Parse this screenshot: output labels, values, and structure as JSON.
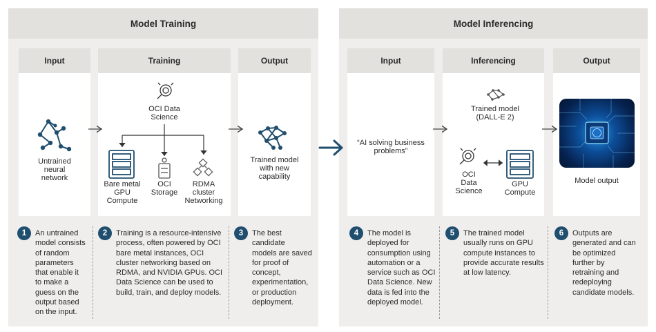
{
  "sections": {
    "training": {
      "title": "Model Training"
    },
    "inferencing": {
      "title": "Model Inferencing"
    }
  },
  "columns": {
    "training_input": {
      "header": "Input",
      "label": "Untrained\nneural\nnetwork"
    },
    "training_training": {
      "header": "Training",
      "top_label": "OCI Data\nScience",
      "items": [
        "Bare metal\nGPU\nCompute",
        "OCI\nStorage",
        "RDMA\ncluster\nNetworking"
      ]
    },
    "training_output": {
      "header": "Output",
      "label": "Trained model\nwith new\ncapability"
    },
    "inference_input": {
      "header": "Input",
      "label": "“AI solving business\nproblems”"
    },
    "inference_inferencing": {
      "header": "Inferencing",
      "top_label": "Trained model\n(DALL-E 2)",
      "items": [
        "OCI\nData\nScience",
        "GPU\nCompute"
      ]
    },
    "inference_output": {
      "header": "Output",
      "label": "Model output"
    }
  },
  "steps": [
    {
      "number": "1",
      "text": "An untrained\nmodel consists\nof random\nparameters\nthat enable it\nto make a\nguess on the\noutput based\non the input."
    },
    {
      "number": "2",
      "text": "Training is a resource-intensive\nprocess, often powered by OCI\nbare metal instances, OCI\ncluster networking based on\nRDMA, and NVIDIA GPUs. OCI\nData Science can be used to\nbuild, train, and deploy models."
    },
    {
      "number": "3",
      "text": "The best\ncandidate\nmodels are saved\nfor proof of\nconcept,\nexperimentation,\nor production\ndeployment."
    },
    {
      "number": "4",
      "text": "The model is\ndeployed for\nconsumption using\nautomation or a\nservice such as OCI\nData Science. New\ndata is fed into the\ndeployed model."
    },
    {
      "number": "5",
      "text": "The trained model\nusually runs on GPU\ncompute instances to\nprovide accurate results\nat low latency."
    },
    {
      "number": "6",
      "text": "Outputs are\ngenerated and can\nbe optimized\nfurther by\nretraining and\nredeploying\ncandidate models."
    }
  ],
  "colors": {
    "icon": "#1f4e6e",
    "badge": "#1f4e6e",
    "panel": "#efeeec",
    "header": "#e3e1dd"
  },
  "icons": [
    "neural-network-icon",
    "data-science-icon",
    "server-icon",
    "storage-icon",
    "network-cluster-icon",
    "arrow-right-icon",
    "ai-chip-image"
  ]
}
